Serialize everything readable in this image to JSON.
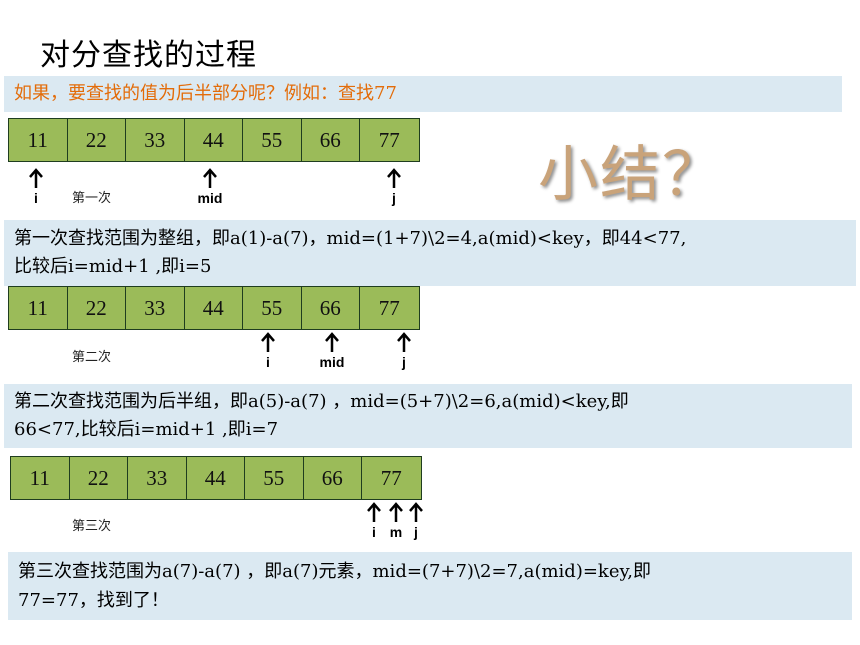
{
  "title": "对分查找的过程",
  "question": "如果，要查找的值为后半部分呢？例如：查找77",
  "summary": "小结？",
  "array_values": [
    "11",
    "22",
    "33",
    "44",
    "55",
    "66",
    "77"
  ],
  "passes": [
    {
      "label": "第一次",
      "pointers": [
        "i",
        "mid",
        "j"
      ],
      "explanation": [
        "第一次查找范围为整组，即a(1)-a(7)，mid=(1+7)\\2=4,a(mid)<key，即44<77,",
        "比较后i=mid+1 ,即i=5"
      ]
    },
    {
      "label": "第二次",
      "pointers": [
        "i",
        "mid",
        "j"
      ],
      "explanation": [
        "第二次查找范围为后半组，即a(5)-a(7) ，mid=(5+7)\\2=6,a(mid)<key,即",
        "66<77,比较后i=mid+1 ,即i=7"
      ]
    },
    {
      "label": "第三次",
      "pointers": [
        "i",
        "m",
        "j"
      ],
      "explanation": [
        "第三次查找范围为a(7)-a(7) ，即a(7)元素，mid=(7+7)\\2=7,a(mid)=key,即",
        "77=77，找到了！"
      ]
    }
  ]
}
